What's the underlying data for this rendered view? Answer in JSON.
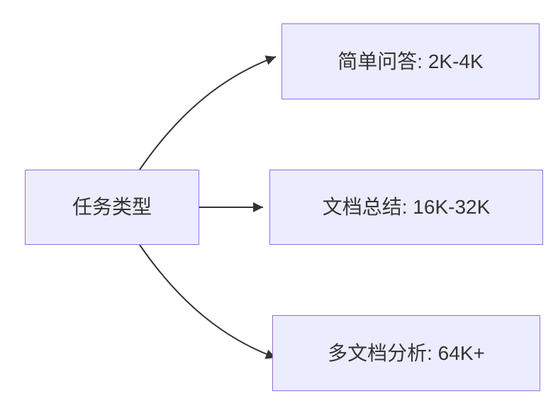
{
  "diagram": {
    "type": "flowchart-left-to-right",
    "nodes": {
      "root": {
        "id": "task-type",
        "label": "任务类型"
      },
      "children": [
        {
          "id": "simple-qa",
          "label": "简单问答: 2K-4K"
        },
        {
          "id": "doc-summary",
          "label": "文档总结: 16K-32K"
        },
        {
          "id": "multi-doc",
          "label": "多文档分析: 64K+"
        }
      ]
    },
    "edges": [
      {
        "from": "task-type",
        "to": "simple-qa"
      },
      {
        "from": "task-type",
        "to": "doc-summary"
      },
      {
        "from": "task-type",
        "to": "multi-doc"
      }
    ],
    "colors": {
      "node_fill": "#ECECFF",
      "node_border": "#9370DB",
      "arrow": "#333333",
      "text": "#333333",
      "background": "#FFFFFF"
    }
  }
}
